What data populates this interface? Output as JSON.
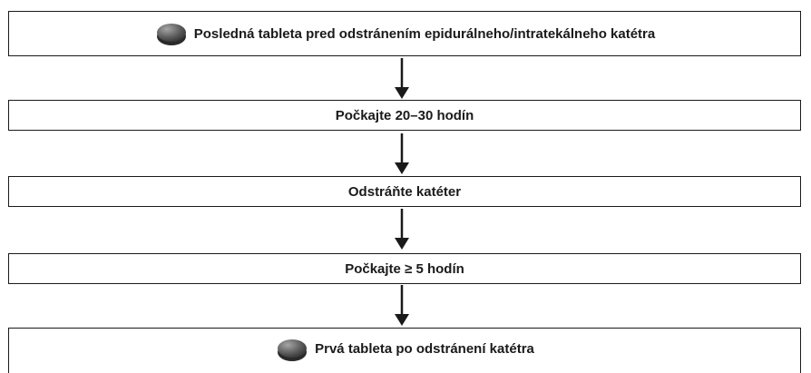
{
  "steps": [
    {
      "label": "Posledná tableta pred odstránením epidurálneho/intratekálneho katétra",
      "icon": "pill-icon"
    },
    {
      "label": "Počkajte 20–30 hodín"
    },
    {
      "label": "Odstráňte katéter"
    },
    {
      "label": "Počkajte ≥ 5 hodín"
    },
    {
      "label": "Prvá tableta po odstránení katétra",
      "icon": "pill-icon"
    }
  ],
  "colors": {
    "stroke": "#1a1a1a",
    "pill_dark": "#3a3a3a",
    "pill_light": "#8a8a8a"
  }
}
